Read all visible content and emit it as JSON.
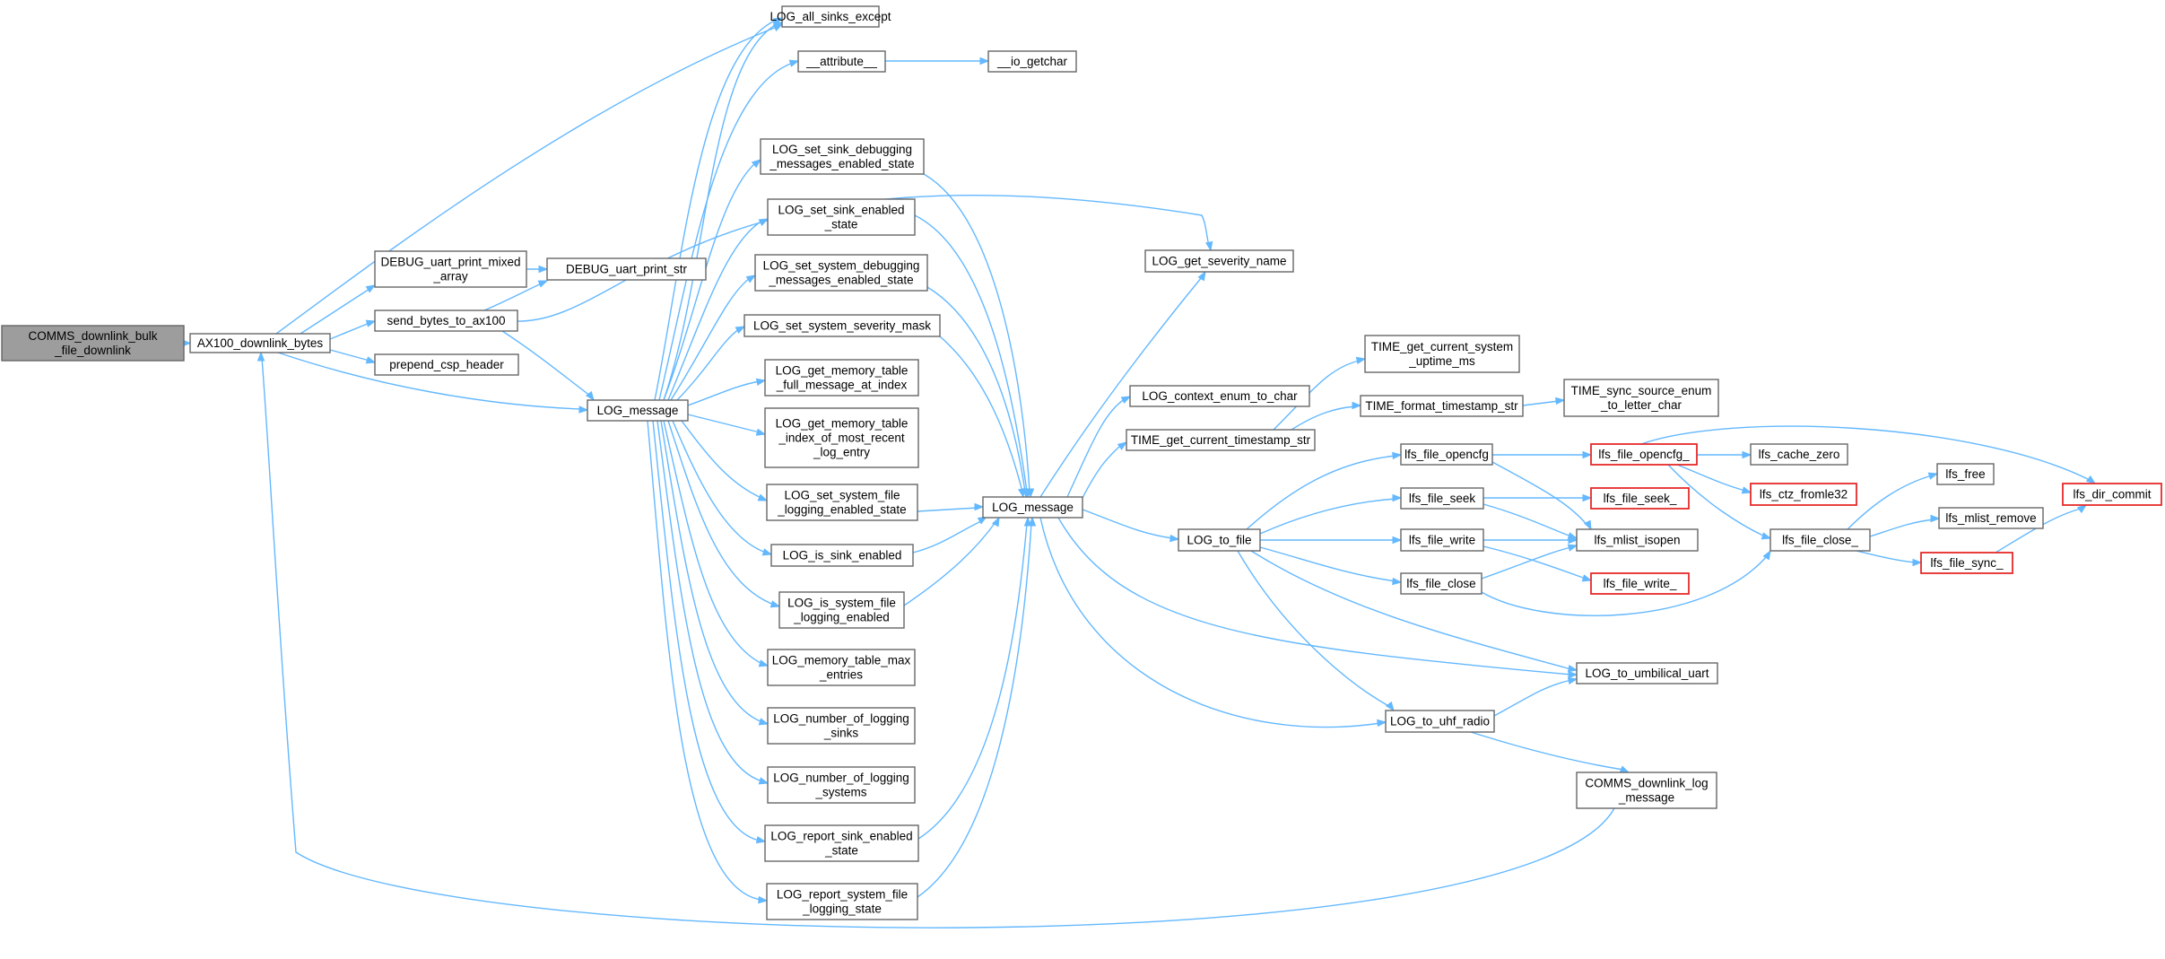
{
  "diagram": {
    "colors": {
      "edge": "#63b8ff",
      "node_border": "#666666",
      "root_fill": "#9d9d9d",
      "truncated_border": "#e52a2a",
      "node_fill": "#ffffff"
    },
    "nodes": [
      {
        "id": "comms_bulk",
        "label": "COMMS_downlink_bulk\n_file_downlink",
        "style": "root"
      },
      {
        "id": "ax100",
        "label": "AX100_downlink_bytes"
      },
      {
        "id": "log_all_sinks",
        "label": "LOG_all_sinks_except"
      },
      {
        "id": "attribute",
        "label": "__attribute__"
      },
      {
        "id": "io_getchar",
        "label": "__io_getchar"
      },
      {
        "id": "debug_mixed",
        "label": "DEBUG_uart_print_mixed\n_array"
      },
      {
        "id": "debug_str",
        "label": "DEBUG_uart_print_str"
      },
      {
        "id": "send_bytes",
        "label": "send_bytes_to_ax100"
      },
      {
        "id": "prepend_csp",
        "label": "prepend_csp_header"
      },
      {
        "id": "log_message_a",
        "label": "LOG_message"
      },
      {
        "id": "set_sink_debug",
        "label": "LOG_set_sink_debugging\n_messages_enabled_state"
      },
      {
        "id": "set_sink_enabled",
        "label": "LOG_set_sink_enabled\n_state"
      },
      {
        "id": "set_sys_debug",
        "label": "LOG_set_system_debugging\n_messages_enabled_state"
      },
      {
        "id": "set_sys_sev",
        "label": "LOG_set_system_severity_mask"
      },
      {
        "id": "get_mem_full",
        "label": "LOG_get_memory_table\n_full_message_at_index"
      },
      {
        "id": "get_mem_idx",
        "label": "LOG_get_memory_table\n_index_of_most_recent\n_log_entry"
      },
      {
        "id": "set_sys_file",
        "label": "LOG_set_system_file\n_logging_enabled_state"
      },
      {
        "id": "is_sink_en",
        "label": "LOG_is_sink_enabled"
      },
      {
        "id": "is_sys_file",
        "label": "LOG_is_system_file\n_logging_enabled"
      },
      {
        "id": "mem_max",
        "label": "LOG_memory_table_max\n_entries"
      },
      {
        "id": "num_sinks",
        "label": "LOG_number_of_logging\n_sinks"
      },
      {
        "id": "num_sys",
        "label": "LOG_number_of_logging\n_systems"
      },
      {
        "id": "report_sink",
        "label": "LOG_report_sink_enabled\n_state"
      },
      {
        "id": "report_sys",
        "label": "LOG_report_system_file\n_logging_state"
      },
      {
        "id": "log_message_b",
        "label": "LOG_message"
      },
      {
        "id": "get_sev_name",
        "label": "LOG_get_severity_name"
      },
      {
        "id": "ctx_enum",
        "label": "LOG_context_enum_to_char"
      },
      {
        "id": "time_ts_str",
        "label": "TIME_get_current_timestamp_str"
      },
      {
        "id": "time_uptime",
        "label": "TIME_get_current_system\n_uptime_ms"
      },
      {
        "id": "time_fmt",
        "label": "TIME_format_timestamp_str"
      },
      {
        "id": "time_sync",
        "label": "TIME_sync_source_enum\n_to_letter_char"
      },
      {
        "id": "log_to_file",
        "label": "LOG_to_file"
      },
      {
        "id": "lfs_opencfg",
        "label": "lfs_file_opencfg"
      },
      {
        "id": "lfs_seek",
        "label": "lfs_file_seek"
      },
      {
        "id": "lfs_write",
        "label": "lfs_file_write"
      },
      {
        "id": "lfs_close",
        "label": "lfs_file_close"
      },
      {
        "id": "lfs_opencfg_",
        "label": "lfs_file_opencfg_",
        "style": "truncated"
      },
      {
        "id": "lfs_seek_",
        "label": "lfs_file_seek_",
        "style": "truncated"
      },
      {
        "id": "lfs_mlist_isopen",
        "label": "lfs_mlist_isopen"
      },
      {
        "id": "lfs_write_",
        "label": "lfs_file_write_",
        "style": "truncated"
      },
      {
        "id": "lfs_cache_zero",
        "label": "lfs_cache_zero"
      },
      {
        "id": "lfs_ctz",
        "label": "lfs_ctz_fromle32",
        "style": "truncated"
      },
      {
        "id": "lfs_close_",
        "label": "lfs_file_close_"
      },
      {
        "id": "lfs_free",
        "label": "lfs_free"
      },
      {
        "id": "lfs_mlist_remove",
        "label": "lfs_mlist_remove"
      },
      {
        "id": "lfs_sync_",
        "label": "lfs_file_sync_",
        "style": "truncated"
      },
      {
        "id": "lfs_dir_commit",
        "label": "lfs_dir_commit",
        "style": "truncated"
      },
      {
        "id": "log_umbilical",
        "label": "LOG_to_umbilical_uart"
      },
      {
        "id": "log_uhf",
        "label": "LOG_to_uhf_radio"
      },
      {
        "id": "comms_log_msg",
        "label": "COMMS_downlink_log\n_message"
      }
    ]
  }
}
